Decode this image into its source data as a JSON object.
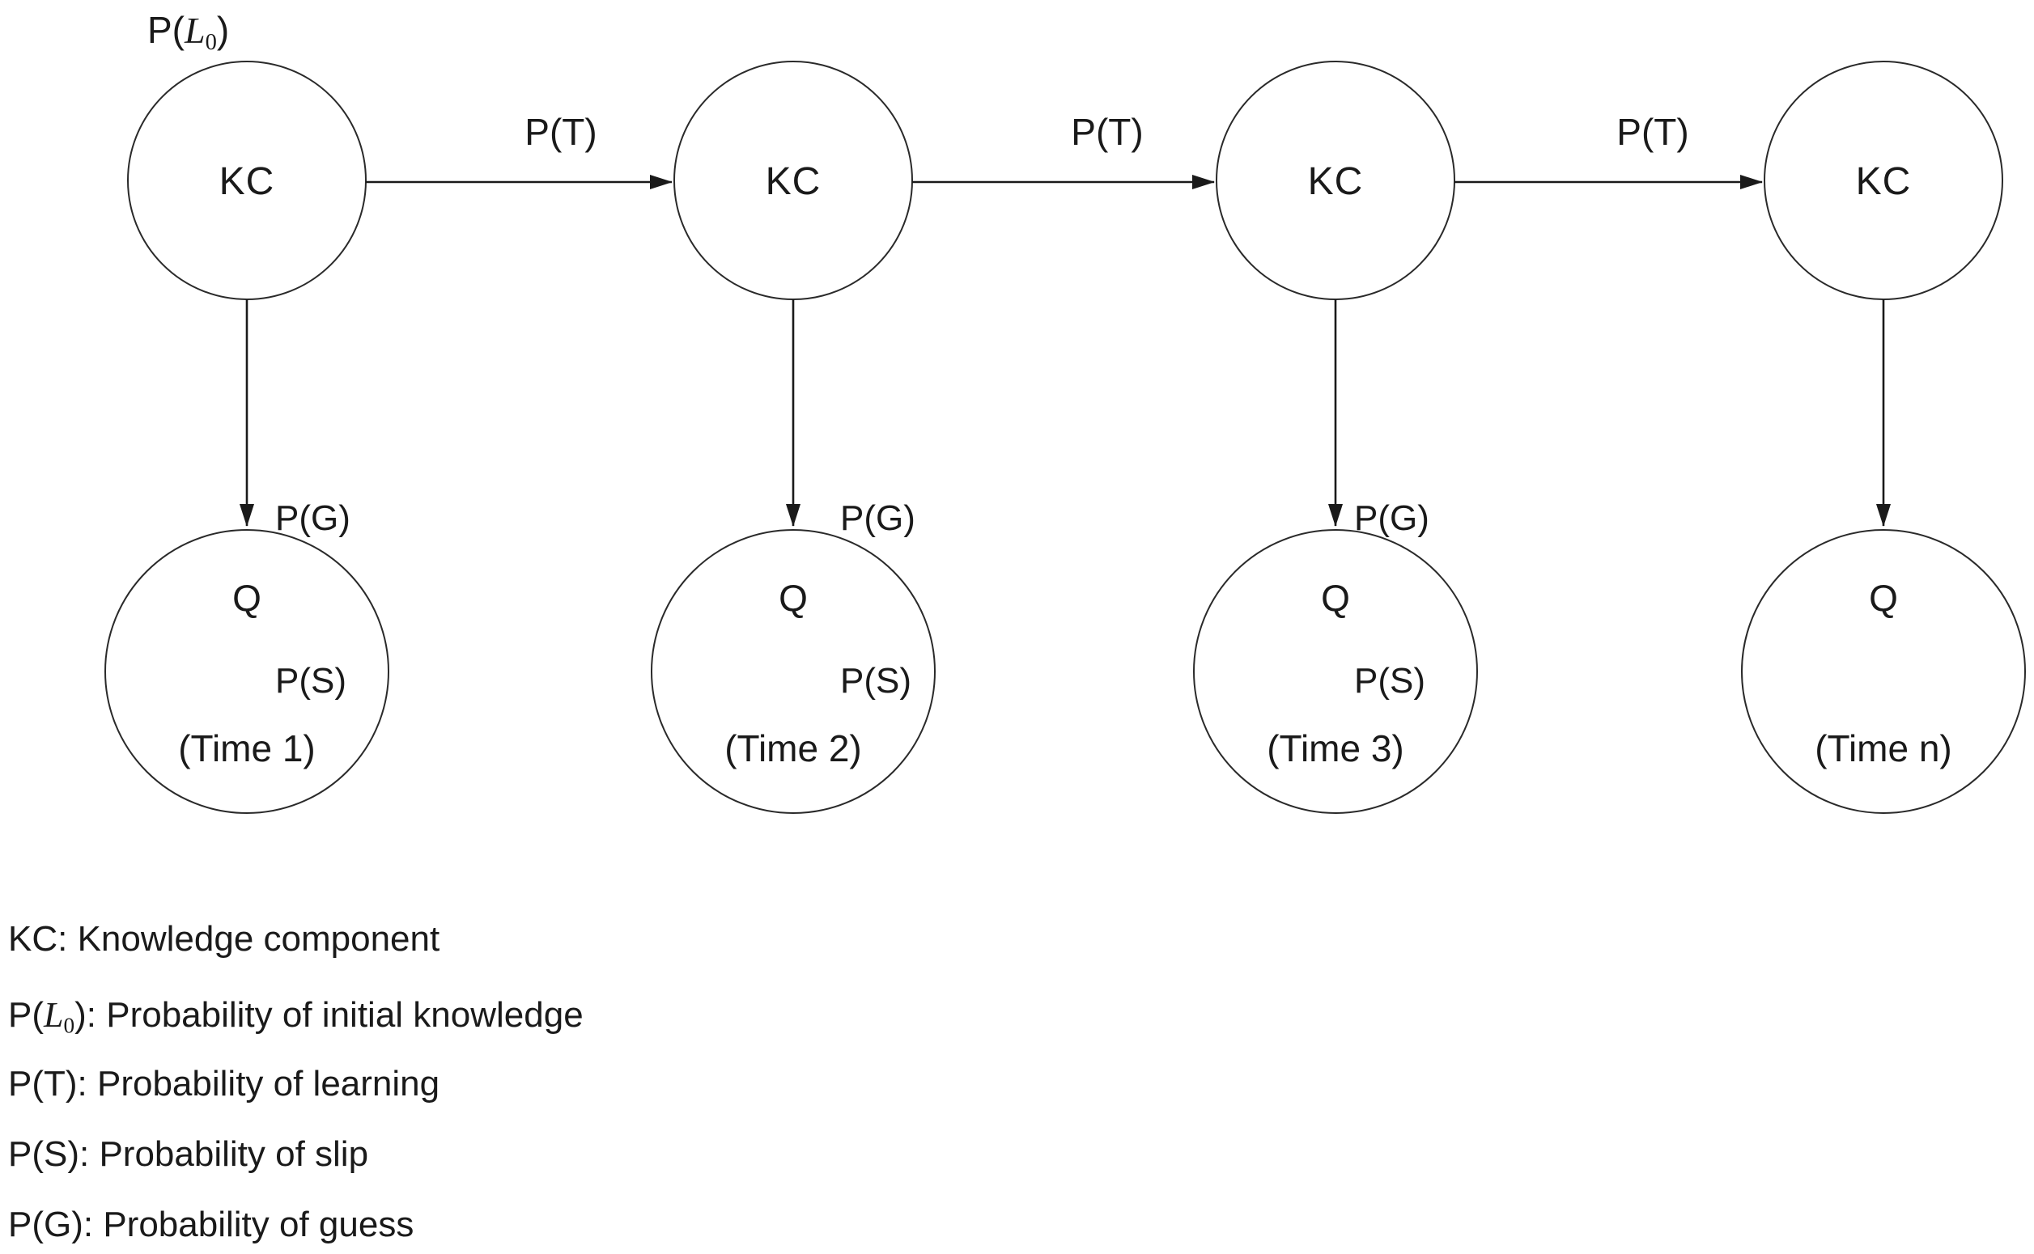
{
  "diagram": {
    "kc_nodes": [
      {
        "label": "KC"
      },
      {
        "label": "KC"
      },
      {
        "label": "KC"
      },
      {
        "label": "KC"
      }
    ],
    "q_nodes": [
      {
        "name": "Q",
        "time": "(Time 1)"
      },
      {
        "name": "Q",
        "time": "(Time 2)"
      },
      {
        "name": "Q",
        "time": "(Time 3)"
      },
      {
        "name": "Q",
        "time": "(Time n)"
      }
    ],
    "initial_label": {
      "prefix": "P(",
      "variable": "L",
      "subscript": "0",
      "suffix": ")"
    },
    "transition_labels": [
      {
        "label": "P(T)"
      },
      {
        "label": "P(T)"
      },
      {
        "label": "P(T)"
      }
    ],
    "emission_labels": [
      {
        "guess": "P(G)",
        "slip": "P(S)"
      },
      {
        "guess": "P(G)",
        "slip": "P(S)"
      },
      {
        "guess": "P(G)",
        "slip": "P(S)"
      }
    ]
  },
  "legend": {
    "kc": "KC: Knowledge component",
    "l0_prefix": "P(",
    "l0_variable": "L",
    "l0_subscript": "0",
    "l0_rest": "): Probability of initial knowledge",
    "pt": "P(T): Probability of learning",
    "ps": "P(S): Probability of slip",
    "pg": "P(G): Probability of guess"
  },
  "colors": {
    "ink": "#1a1a1a",
    "background": "#ffffff"
  }
}
